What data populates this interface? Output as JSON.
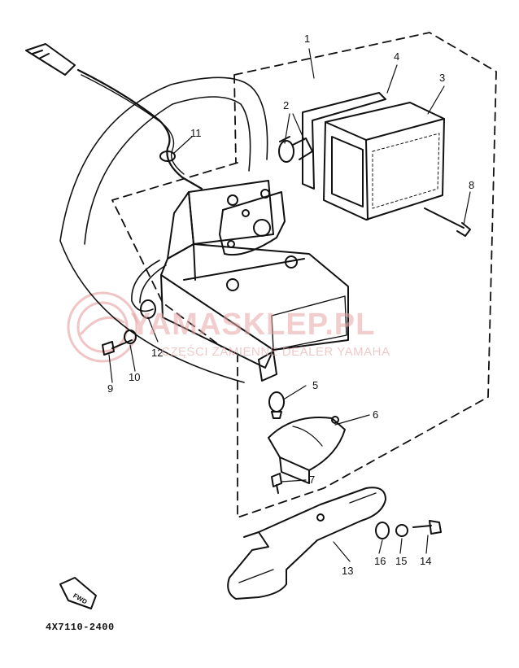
{
  "watermark": {
    "title": "YAMASKLEP.PL",
    "subtitle": "CZĘŚCI ZAMIENNE DEALER YAMAHA"
  },
  "diagram_code": "4X7110-2400",
  "callouts": [
    "1",
    "2",
    "3",
    "4",
    "5",
    "6",
    "7",
    "8",
    "9",
    "10",
    "11",
    "12",
    "13",
    "14",
    "15",
    "16"
  ],
  "colors": {
    "line": "#111111",
    "watermark": "#e08080"
  }
}
